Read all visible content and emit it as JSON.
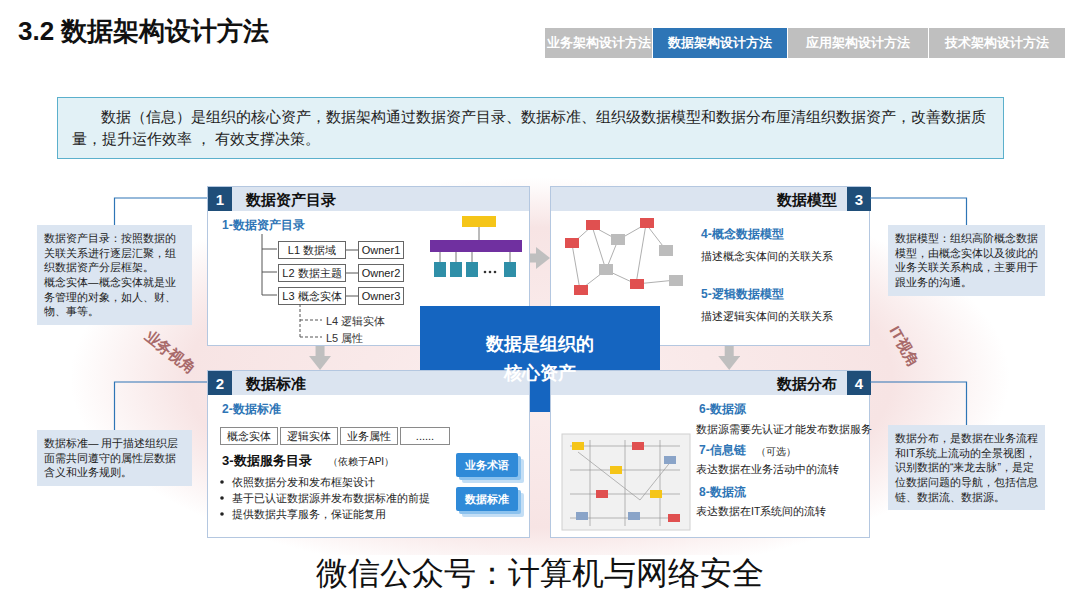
{
  "diagram": {
    "title": "3.2 数据架构设计方法",
    "caption": "微信公众号：计算机与网络安全",
    "nodes": [
      {
        "text": [
          "业务架构设计方法"
        ]
      },
      {
        "text": [
          "数据架构设计方法"
        ]
      },
      {
        "text": [
          "应用架构设计方法"
        ]
      },
      {
        "text": [
          "技术架构设计方法"
        ]
      },
      {
        "text": [
          "数据（信息）是组织的核心资产，数据架构通过数据资产目录、数据标准、组织级数据模型和数据分布厘清组织数据资产，改善数据质量，提升运作效率 ， 有效支撑决策。"
        ]
      },
      {
        "text": [
          "数据资产目录：按照数据的关联关系进行逐层汇聚，组织数据资产分层框架。",
          "概念实体—概念实体就是业务管理的对象，如人、财、物、事等。"
        ]
      },
      {
        "text": [
          "数据资产目录",
          "1-数据资产目录",
          "L4 逻辑实体",
          "L5 属性"
        ]
      },
      {
        "text": [
          "1"
        ],
        "in": 6
      },
      {
        "text": [
          "L1 数据域"
        ],
        "in": 6
      },
      {
        "text": [
          "Owner1"
        ],
        "in": 6
      },
      {
        "text": [
          "L2 数据主题"
        ],
        "in": 6
      },
      {
        "text": [
          "Owner2"
        ],
        "in": 6
      },
      {
        "text": [
          "L3 概念实体"
        ],
        "in": 6
      },
      {
        "text": [
          "Owner3"
        ],
        "in": 6
      },
      {
        "text": [
          "数据模型",
          "4-概念数据模型",
          "描述概念实体间的关联关系",
          "5-逻辑数据模型",
          "描述逻辑实体间的关联关系"
        ]
      },
      {
        "text": [
          "3"
        ],
        "in": 14
      },
      {
        "text": [
          "数据模型：组织高阶概念数据模型，由概念实体以及彼此的业务关联关系构成，主要用于跟业务的沟通。"
        ]
      },
      {
        "text": [
          "数据是组织的 核心资产"
        ]
      },
      {
        "text": [
          "数据标准— 用于描述组织层面需共同遵守的属性层数据含义和业务规则。"
        ]
      },
      {
        "text": [
          "数据标准",
          "2-数据标准",
          "3-数据服务目录",
          "（依赖于API）",
          "依照数据分发和发布框架设计",
          "基于已认证数据源并发布数据标准的前提",
          "提供数据共享服务，保证能复用"
        ]
      },
      {
        "text": [
          "2"
        ],
        "in": 19
      },
      {
        "text": [
          "概念实体"
        ],
        "in": 19
      },
      {
        "text": [
          "逻辑实体"
        ],
        "in": 19
      },
      {
        "text": [
          "业务属性"
        ],
        "in": 19
      },
      {
        "text": [
          "......"
        ],
        "in": 19
      },
      {
        "text": [
          "业务术语"
        ],
        "in": 19
      },
      {
        "text": [
          "数据标准"
        ],
        "in": 19
      },
      {
        "text": [
          "数据分布",
          "6-数据源",
          "数据源需要先认证才能发布数据服务",
          "7-信息链",
          "（可选）",
          "表达数据在业务活动中的流转",
          "8-数据流",
          "表达数据在IT系统间的流转"
        ]
      },
      {
        "text": [
          "4"
        ],
        "in": 27
      },
      {
        "text": [
          "数据分布，是数据在业务流程和IT系统上流动的全景视图，识别数据的“来龙去脉”，是定位数据问题的导航，包括信息链、数据流、数据源。"
        ]
      }
    ],
    "edges": [
      {
        "from": 8,
        "to": 9,
        "arrow": "none"
      },
      {
        "from": 10,
        "to": 11,
        "arrow": "none"
      },
      {
        "from": 12,
        "to": 13,
        "arrow": "none"
      },
      {
        "from": 6,
        "to": 14,
        "arrow": "to"
      },
      {
        "from": 6,
        "to": 19,
        "arrow": "to"
      },
      {
        "from": 14,
        "to": 27,
        "arrow": "to"
      },
      {
        "from": 5,
        "to": 6,
        "arrow": "none"
      },
      {
        "from": 18,
        "to": 19,
        "arrow": "none"
      },
      {
        "from": 16,
        "to": 14,
        "arrow": "none"
      },
      {
        "from": 29,
        "to": 27,
        "arrow": "none"
      }
    ],
    "labels": [
      "业务视角",
      "IT视角"
    ]
  }
}
